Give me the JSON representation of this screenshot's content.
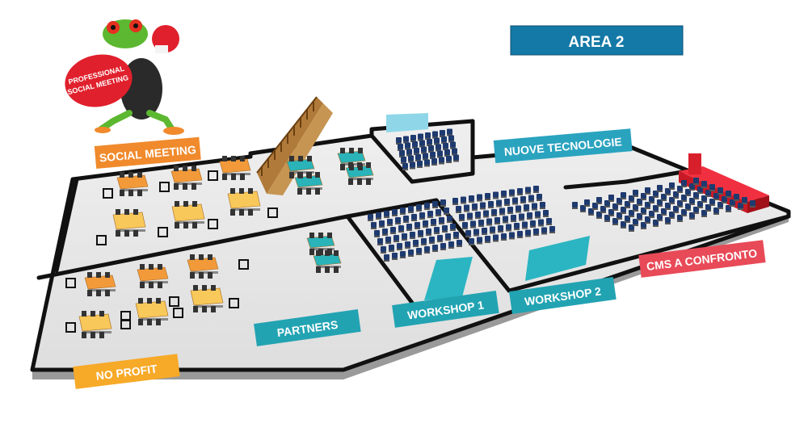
{
  "title": "AREA 2",
  "logo": {
    "line1": "PROFESSIONAL",
    "line2": "SOCIAL MEETING"
  },
  "zones": [
    {
      "id": "social-meeting",
      "label": "SOCIAL MEETING",
      "color": "#f08a2c"
    },
    {
      "id": "nuove-tecnologie",
      "label": "NUOVE TECNOLOGIE",
      "color": "#2aa3bf"
    },
    {
      "id": "cms-a-confronto",
      "label": "CMS A CONFRONTO",
      "color": "#e84a57"
    },
    {
      "id": "workshop-1",
      "label": "WORKSHOP 1",
      "color": "#22a3b2"
    },
    {
      "id": "workshop-2",
      "label": "WORKSHOP 2",
      "color": "#22a3b2"
    },
    {
      "id": "partners",
      "label": "PARTNERS",
      "color": "#22a3b2"
    },
    {
      "id": "no-profit",
      "label": "NO PROFIT",
      "color": "#f7a928"
    }
  ],
  "colors": {
    "title_bg": "#1479a6",
    "floor": "#e8e8e8",
    "wall": "#222222",
    "orange_table": "#f29a3a",
    "yellow_table": "#f8c85a",
    "teal_table": "#2ab3b8",
    "seat_blue": "#1e3a6e",
    "screen": "#2bb5c2",
    "stage": "#e0202c",
    "frog": "#5cb830"
  },
  "icons": [
    "frog-mascot-icon",
    "boxing-glove-icon",
    "staircase-icon",
    "stage-icon",
    "projection-screen-icon",
    "chair-icon",
    "table-icon"
  ]
}
